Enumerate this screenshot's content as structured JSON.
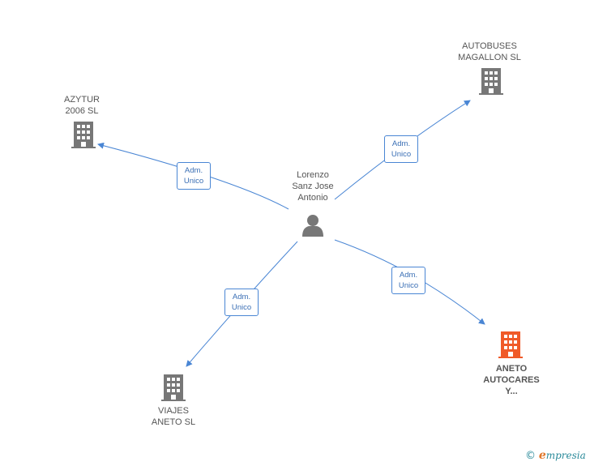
{
  "colors": {
    "edge": "#4a86d4",
    "company_icon": "#777777",
    "company_icon_highlight": "#f05a28",
    "person_icon": "#777777"
  },
  "person": {
    "icon": "person-icon",
    "lines": [
      "Lorenzo",
      "Sanz Jose",
      "Antonio"
    ]
  },
  "companies": [
    {
      "id": "azytur",
      "lines": [
        "AZYTUR",
        "2006 SL"
      ],
      "highlight": false,
      "icon": "building-icon"
    },
    {
      "id": "autobuses",
      "lines": [
        "AUTOBUSES",
        "MAGALLON SL"
      ],
      "highlight": false,
      "icon": "building-icon"
    },
    {
      "id": "viajes",
      "lines": [
        "VIAJES",
        "ANETO SL"
      ],
      "highlight": false,
      "icon": "building-icon"
    },
    {
      "id": "aneto",
      "lines": [
        "ANETO",
        "AUTOCARES",
        "Y..."
      ],
      "highlight": true,
      "icon": "building-icon"
    }
  ],
  "edges": [
    {
      "to": "azytur",
      "label": [
        "Adm.",
        "Unico"
      ]
    },
    {
      "to": "autobuses",
      "label": [
        "Adm.",
        "Unico"
      ]
    },
    {
      "to": "viajes",
      "label": [
        "Adm.",
        "Unico"
      ]
    },
    {
      "to": "aneto",
      "label": [
        "Adm.",
        "Unico"
      ]
    }
  ],
  "footer": {
    "copyright": "©",
    "brand_initial": "e",
    "brand_rest": "mpresia"
  }
}
